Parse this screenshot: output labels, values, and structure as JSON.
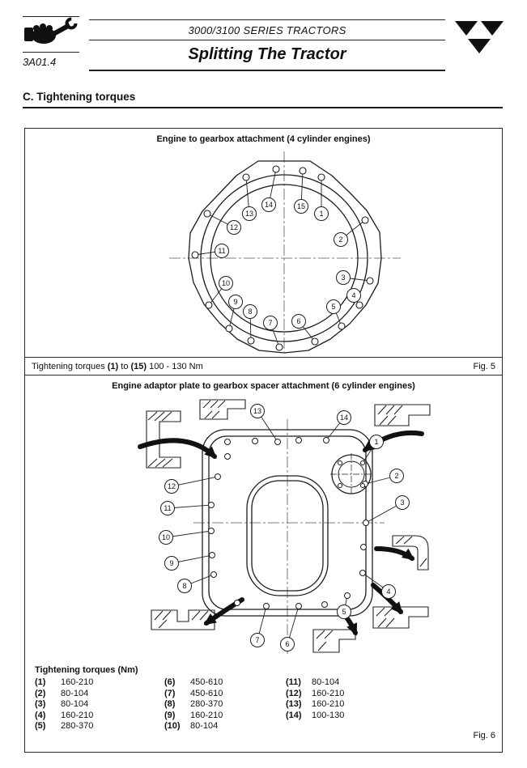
{
  "colors": {
    "ink": "#111111",
    "paper": "#ffffff"
  },
  "icons": {
    "left_logo": "hand-wrench-icon",
    "right_logo": "brand-triangles-icon"
  },
  "header": {
    "code": "3A01.4",
    "series": "3000/3100 SERIES TRACTORS",
    "title": "Splitting The Tractor"
  },
  "section_heading": "C. Tightening torques",
  "fig5": {
    "title": "Engine to gearbox attachment (4 cylinder engines)",
    "caption": {
      "prefix": "Tightening torques ",
      "b1": "(1)",
      "mid": " to ",
      "b2": "(15)",
      "suffix": " 100 - 130 Nm"
    },
    "label": "Fig. 5",
    "callouts": [
      "1",
      "2",
      "3",
      "4",
      "5",
      "6",
      "7",
      "8",
      "9",
      "10",
      "11",
      "12",
      "13",
      "14",
      "15"
    ]
  },
  "fig6": {
    "title": "Engine adaptor plate to gearbox spacer attachment (6 cylinder engines)",
    "label": "Fig. 6",
    "callouts": [
      "1",
      "2",
      "3",
      "4",
      "5",
      "6",
      "7",
      "8",
      "9",
      "10",
      "11",
      "12",
      "13",
      "14"
    ],
    "table": {
      "heading": "Tightening torques (Nm)",
      "columns": [
        [
          {
            "n": "(1)",
            "v": "160-210"
          },
          {
            "n": "(2)",
            "v": "80-104"
          },
          {
            "n": "(3)",
            "v": "80-104"
          },
          {
            "n": "(4)",
            "v": "160-210"
          },
          {
            "n": "(5)",
            "v": "280-370"
          }
        ],
        [
          {
            "n": "(6)",
            "v": "450-610"
          },
          {
            "n": "(7)",
            "v": "450-610"
          },
          {
            "n": "(8)",
            "v": "280-370"
          },
          {
            "n": "(9)",
            "v": "160-210"
          },
          {
            "n": "(10)",
            "v": "80-104"
          }
        ],
        [
          {
            "n": "(11)",
            "v": "80-104"
          },
          {
            "n": "(12)",
            "v": "160-210"
          },
          {
            "n": "(13)",
            "v": "160-210"
          },
          {
            "n": "(14)",
            "v": "100-130"
          }
        ]
      ]
    }
  }
}
